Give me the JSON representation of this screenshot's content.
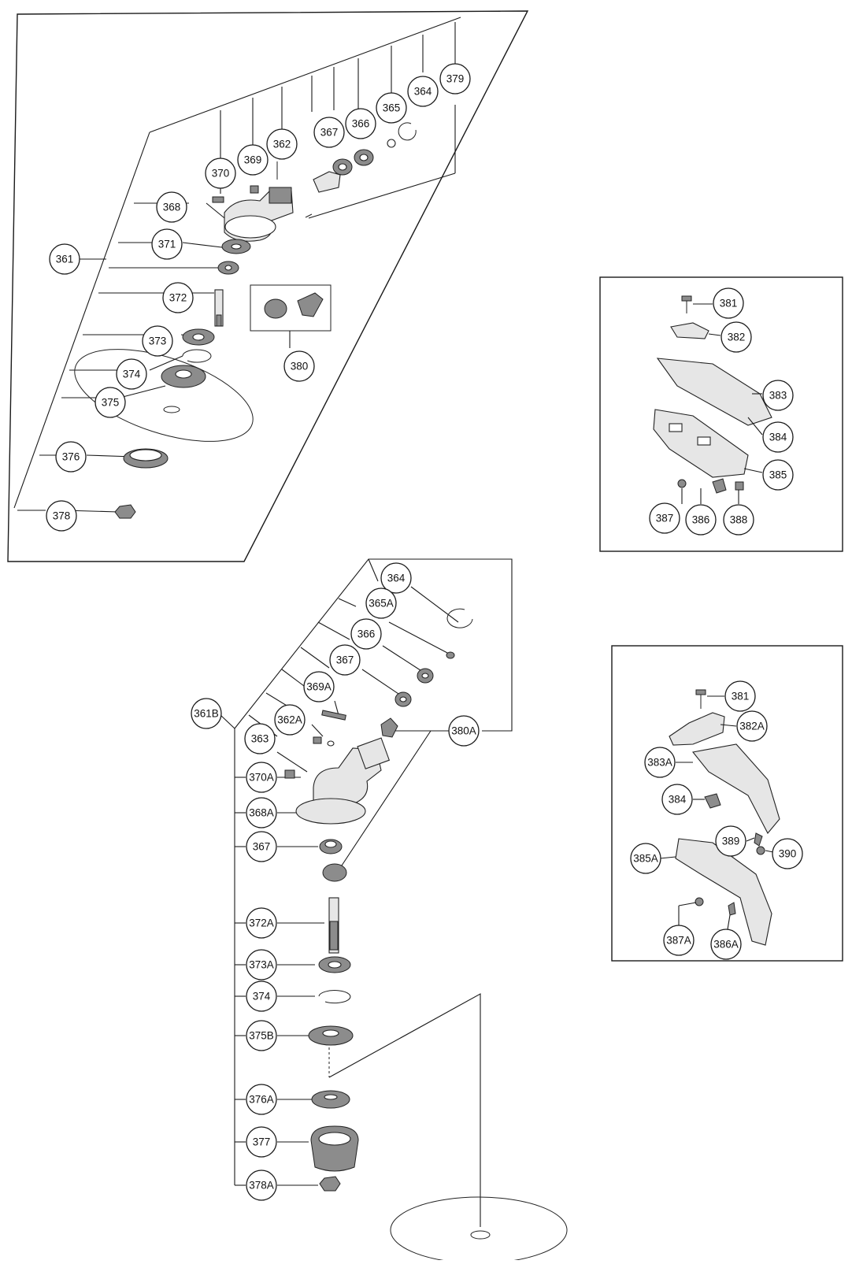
{
  "callouts": {
    "c361": "361",
    "c362": "362",
    "c364": "364",
    "c365": "365",
    "c366": "366",
    "c367": "367",
    "c368": "368",
    "c369": "369",
    "c370": "370",
    "c371": "371",
    "c372": "372",
    "c373": "373",
    "c374": "374",
    "c375": "375",
    "c376": "376",
    "c378": "378",
    "c379": "379",
    "c380": "380",
    "c381": "381",
    "c382": "382",
    "c383": "383",
    "c384": "384",
    "c385": "385",
    "c386": "386",
    "c387": "387",
    "c388": "388",
    "b364": "364",
    "c365A": "365A",
    "b366": "366",
    "b367": "367",
    "c369A": "369A",
    "c361B": "361B",
    "c362A": "362A",
    "c363": "363",
    "c380A": "380A",
    "c370A": "370A",
    "c368A": "368A",
    "b367b": "367",
    "c372A": "372A",
    "c373A": "373A",
    "b374": "374",
    "c375B": "375B",
    "c376A": "376A",
    "c377": "377",
    "c378A": "378A",
    "d381": "381",
    "c382A": "382A",
    "c383A": "383A",
    "d384": "384",
    "c389": "389",
    "c390": "390",
    "c385A": "385A",
    "c387A": "387A",
    "c386A": "386A"
  },
  "colors": {
    "line": "#1a1a1a",
    "part_fill": "#e6e6e6",
    "background": "#ffffff"
  }
}
